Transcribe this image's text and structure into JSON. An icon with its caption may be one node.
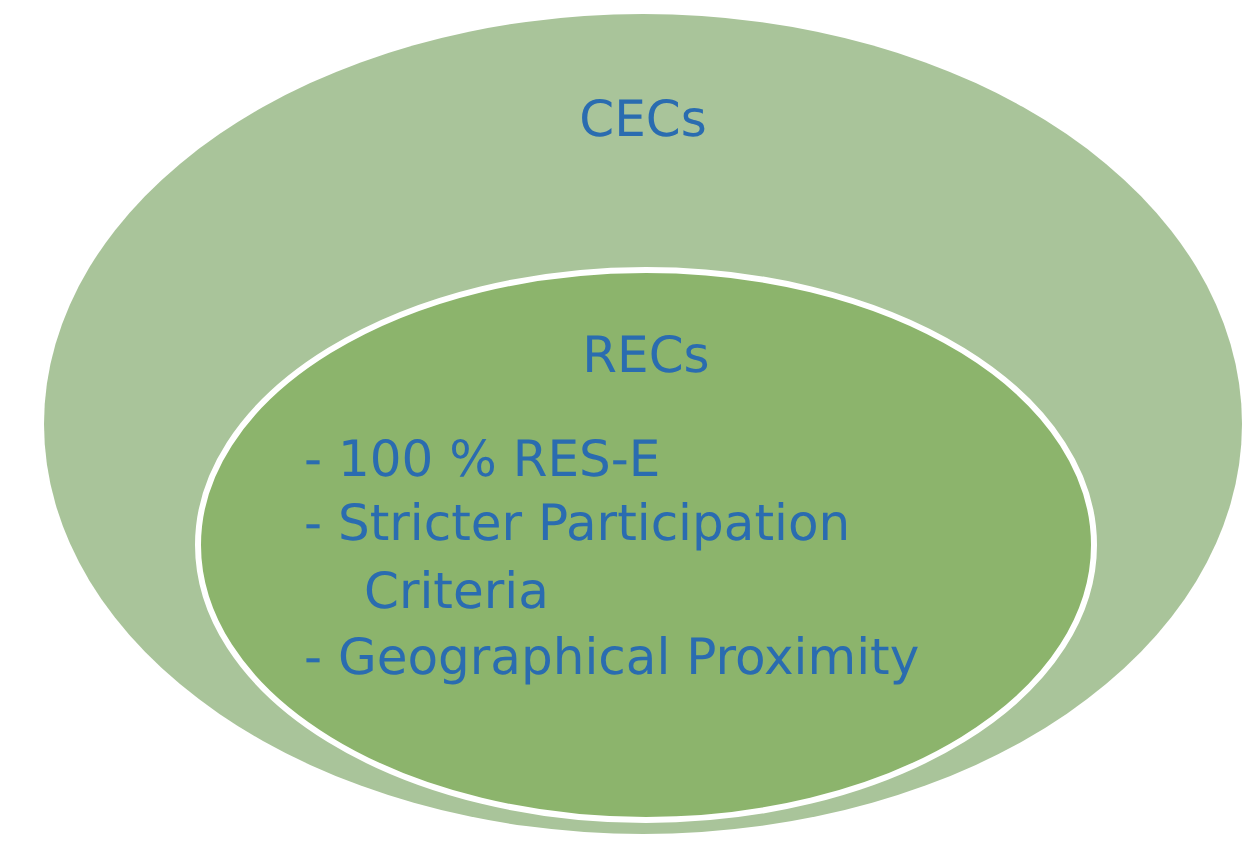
{
  "diagram": {
    "nodes": [
      {
        "text": [
          "CECs"
        ]
      },
      {
        "text": [
          "RECs",
          "- 100 % RES-E",
          "- Stricter Participation Criteria",
          "- Geographical Proximity"
        ],
        "in": 0
      }
    ]
  }
}
